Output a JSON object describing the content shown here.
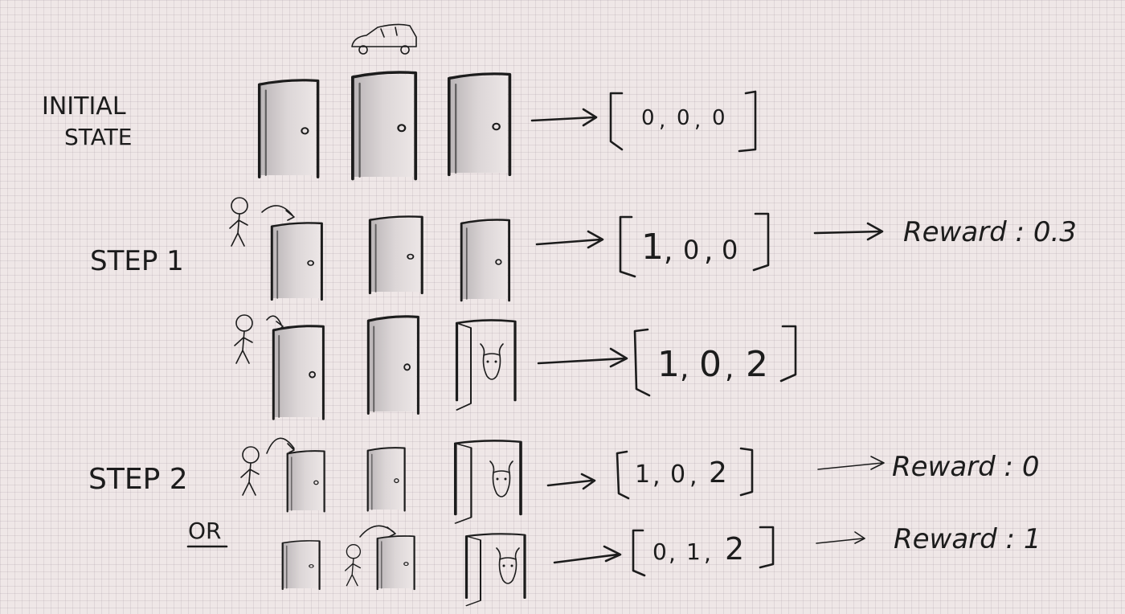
{
  "labels": {
    "initial_state_line1": "INITIAL",
    "initial_state_line2": "STATE",
    "step1": "STEP 1",
    "step2": "STEP 2",
    "or": "OR"
  },
  "states": {
    "initial": [
      "0",
      "0",
      "0"
    ],
    "step1a": [
      "1",
      "0",
      "0"
    ],
    "step1b": [
      "1",
      "0",
      "2"
    ],
    "step2a": [
      "1",
      "0",
      "2"
    ],
    "step2b": [
      "0",
      "1",
      "2"
    ]
  },
  "rewards": {
    "step1a": "Reward : 0.3",
    "step2a": "Reward :  0",
    "step2b": "Reward :  1"
  },
  "icons": [
    "door-icon",
    "car-icon",
    "stick-figure-icon",
    "goat-icon",
    "arrow-icon",
    "bracket-icon"
  ]
}
